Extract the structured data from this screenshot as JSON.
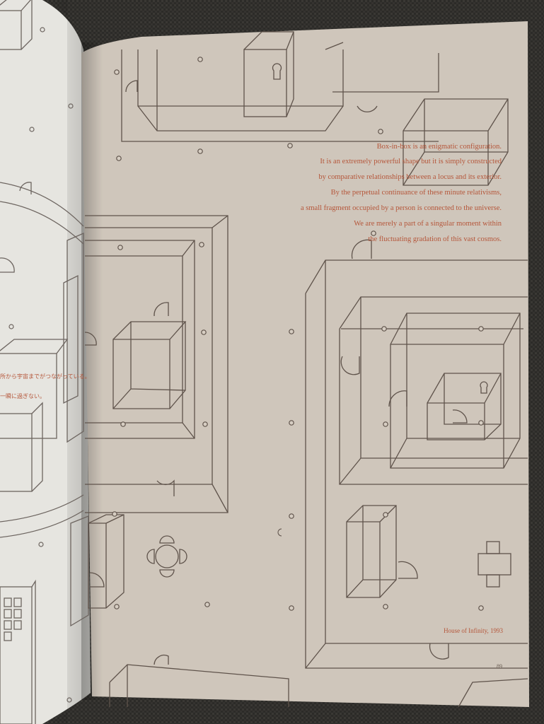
{
  "right_page": {
    "lines": [
      "Box-in-box is an enigmatic configuration.",
      "It is an extremely powerful shape but it is simply constructed",
      "by comparative relationships between a locus and its exterior.",
      "By the perpetual continuance of these minute relativisms,",
      "a small fragment occupied by a person is connected to the universe.",
      "We are merely a part of a singular moment within",
      "the fluctuating gradation of this vast cosmos."
    ],
    "caption": "House of Infinity, 1993",
    "page_number": "89"
  },
  "left_page": {
    "jp_lines": [
      "所から宇宙までがつながっている。",
      "一瞬に過ぎない。"
    ]
  },
  "colors": {
    "background": "#2a2926",
    "right_page": "#cdc4b9",
    "left_page": "#e5e4df",
    "line_ink": "#5c5048",
    "red_ink": "#b5563a"
  }
}
